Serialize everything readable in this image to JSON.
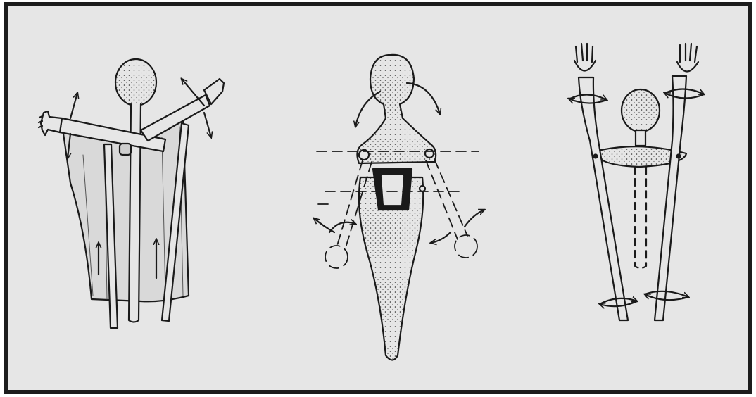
{
  "figure": {
    "panels": [
      {
        "id": "left",
        "depicts": "rod-puppet-with-cloth-and-side-rods"
      },
      {
        "id": "middle",
        "depicts": "wooden-puppet-body-with-pivoting-arms"
      },
      {
        "id": "right",
        "depicts": "puppet-head-on-stick-with-two-control-rods"
      }
    ]
  },
  "colors": {
    "paper": "#e6e6e6",
    "ink": "#1a1a1a",
    "frame": "#1c1c1c"
  }
}
